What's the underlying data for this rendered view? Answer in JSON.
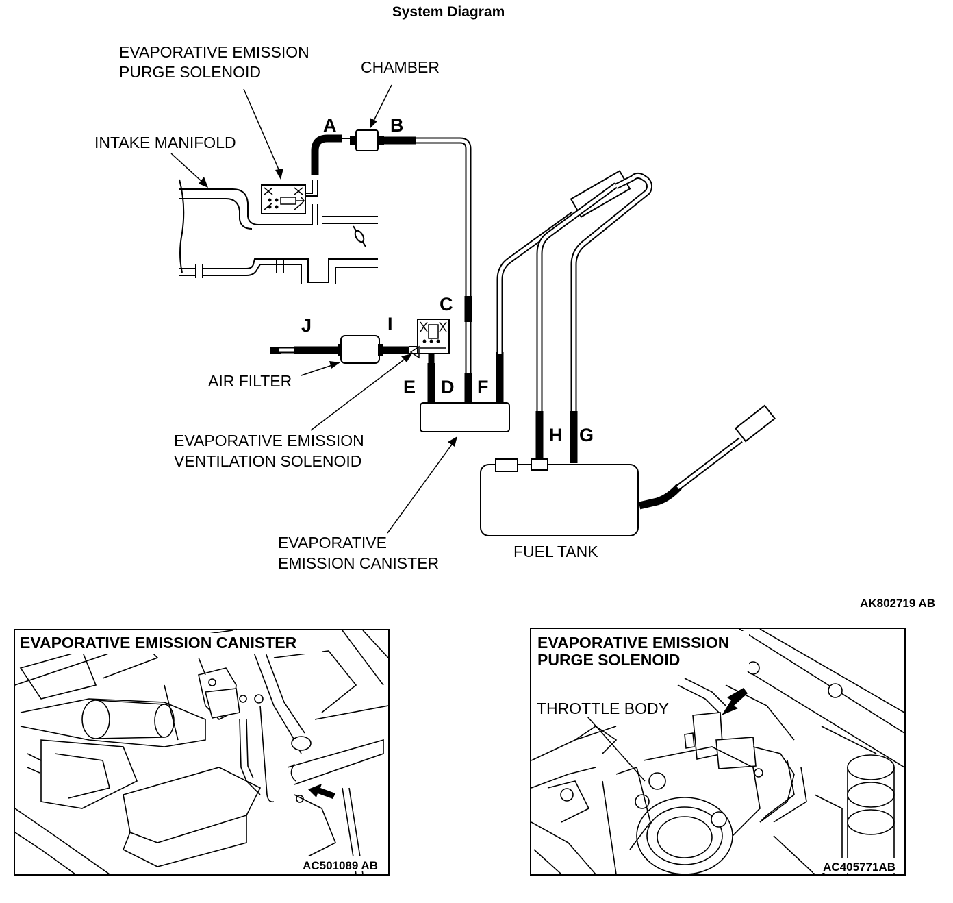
{
  "title": "System Diagram",
  "labels": {
    "purge_solenoid": [
      "EVAPORATIVE EMISSION",
      "PURGE SOLENOID"
    ],
    "chamber": "CHAMBER",
    "intake_manifold": "INTAKE MANIFOLD",
    "air_filter": "AIR FILTER",
    "ventilation_solenoid": [
      "EVAPORATIVE EMISSION",
      "VENTILATION SOLENOID"
    ],
    "canister": [
      "EVAPORATIVE",
      "EMISSION CANISTER"
    ],
    "fuel_tank": "FUEL TANK"
  },
  "hose_letters": {
    "A": "A",
    "B": "B",
    "C": "C",
    "D": "D",
    "E": "E",
    "F": "F",
    "G": "G",
    "H": "H",
    "I": "I",
    "J": "J"
  },
  "figure_code": "AK802719 AB",
  "panels": [
    {
      "title": "EVAPORATIVE EMISSION CANISTER",
      "code": "AC501089 AB"
    },
    {
      "title": [
        "EVAPORATIVE EMISSION",
        "PURGE SOLENOID"
      ],
      "callout": "THROTTLE BODY",
      "code": "AC405771AB"
    }
  ],
  "icons": [
    "arrow-icon",
    "solenoid-icon",
    "filter-icon"
  ]
}
